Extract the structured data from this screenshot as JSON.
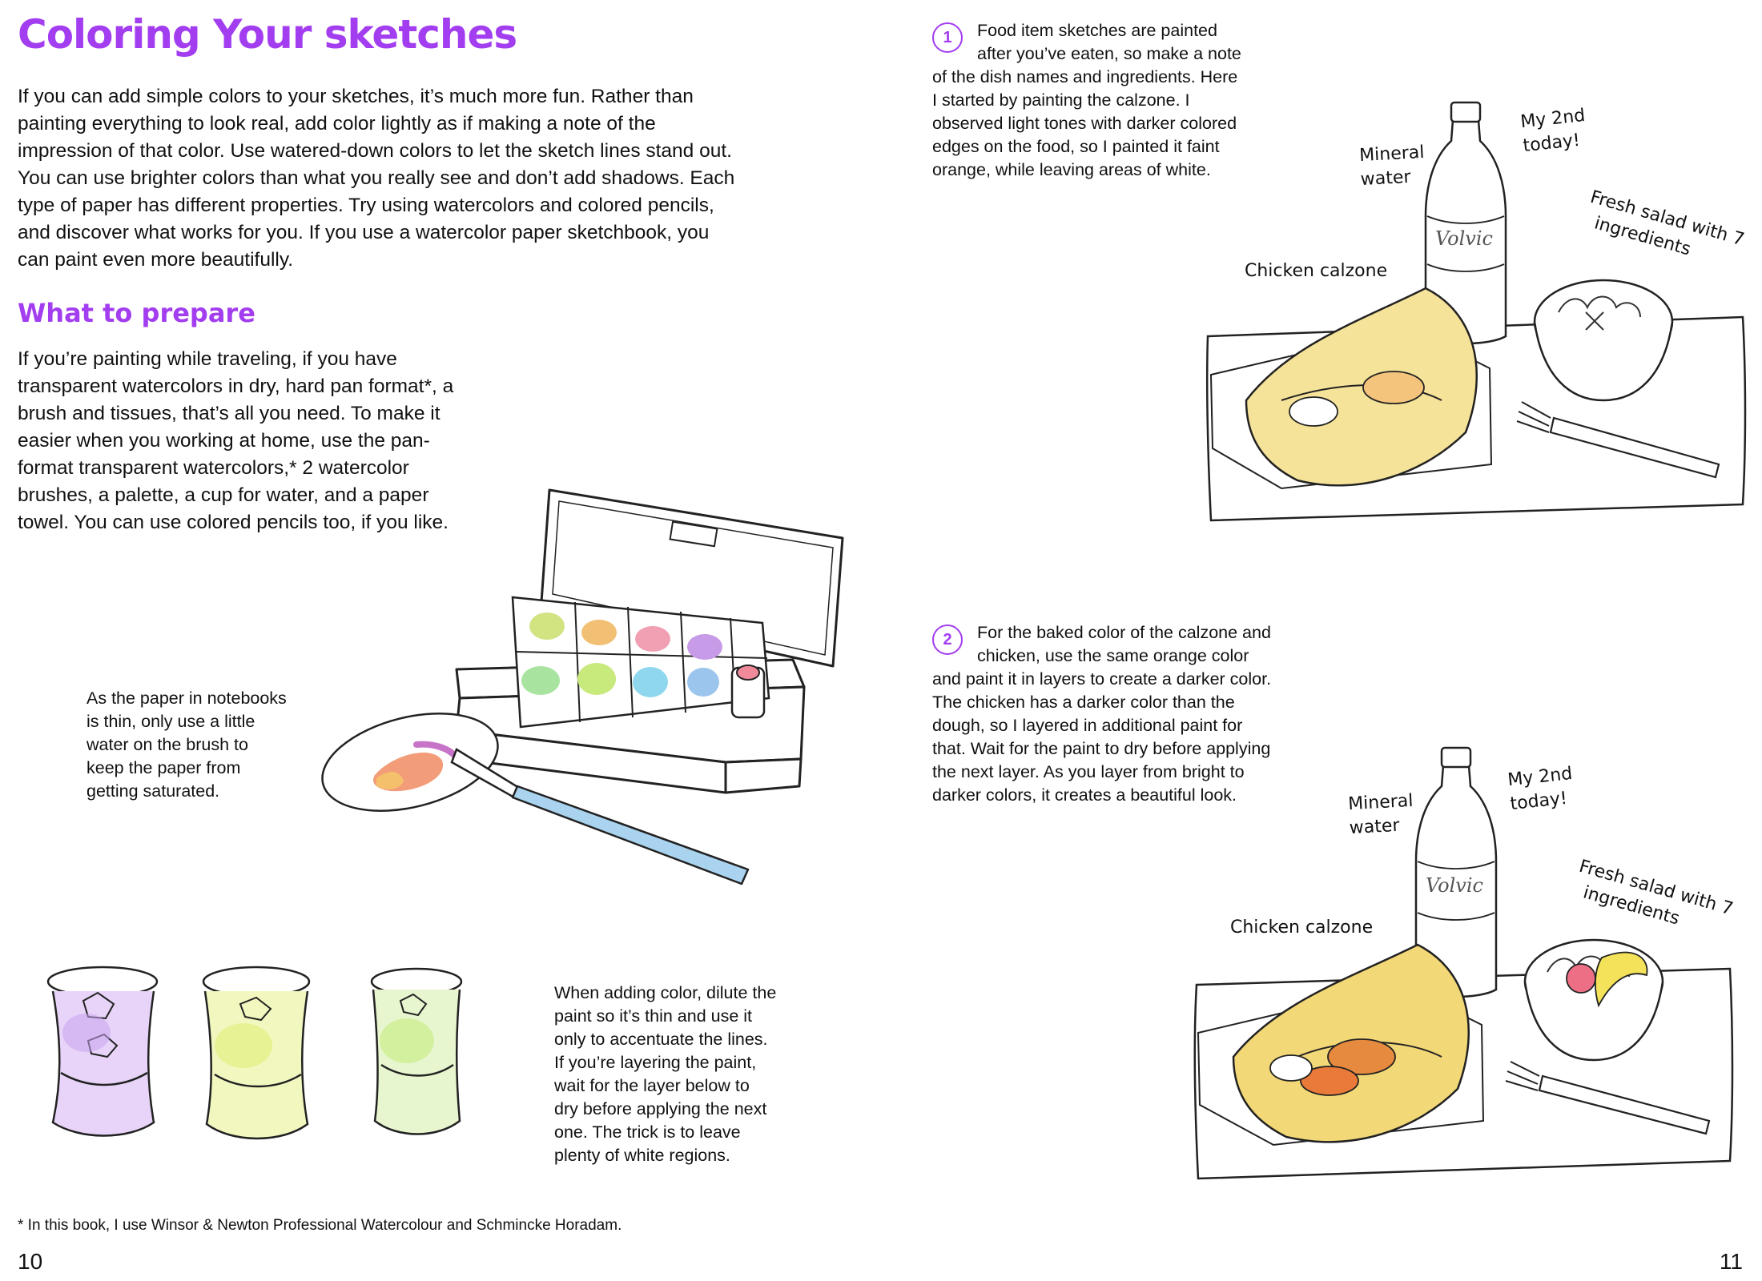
{
  "left_page": {
    "title": "Coloring Your sketches",
    "intro_lines": [
      "If you can add simple colors to your sketches, it’s much more fun. Rather than",
      "painting everything to look real, add color lightly as if making a note of the",
      "impression of that color. Use watered-down colors to let the sketch lines stand out.",
      "You can use brighter colors than what you really see and don’t add shadows. Each",
      "type of paper has different properties. Try using watercolors and colored pencils,",
      "and discover what works for you. If you use a watercolor paper sketchbook, you",
      "can paint even more beautifully."
    ],
    "subtitle": "What to prepare",
    "prepare_lines": [
      "If you’re painting while traveling, if you have",
      "transparent watercolors in dry, hard pan format*, a",
      "brush and tissues, that’s all you need. To make it",
      "easier when you working at home, use the pan-",
      "format transparent watercolors,* 2 watercolor",
      "brushes, a palette, a cup for water, and a paper",
      "towel. You can use colored pencils too, if you like."
    ],
    "paper_note_lines": [
      "As the paper in notebooks",
      "is thin, only use a little",
      "water on the brush to",
      "keep the paper from",
      "getting saturated."
    ],
    "dilute_note_lines": [
      "When adding color, dilute the",
      "paint so it’s thin and use it",
      "only to accentuate the lines.",
      "If you’re layering the paint,",
      "wait for the layer below to",
      "dry before applying the next",
      "one. The trick is to leave",
      "plenty of white regions."
    ],
    "footnote": "* In this book, I use Winsor & Newton Professional Watercolour and Schmincke Horadam.",
    "page_number": "10"
  },
  "right_page": {
    "step1": {
      "number": "1",
      "lines": [
        "Food item sketches are painted",
        "after you’ve eaten, so make a note",
        "of the dish names and ingredients. Here",
        "I started by painting the calzone. I",
        "observed light tones with darker colored",
        "edges on the food, so I painted it faint",
        "orange, while leaving areas of white."
      ]
    },
    "step2": {
      "number": "2",
      "lines": [
        "For the baked color of the calzone and",
        "chicken, use the same orange color",
        "and paint it in layers to create a darker color.",
        "The chicken has a darker color than the",
        "dough, so I layered in additional paint for",
        "that. Wait for the paint to dry before applying",
        "the next layer. As you layer from bright to",
        "darker colors, it creates a beautiful look."
      ]
    },
    "sketch_labels": {
      "mineral_water": [
        "Mineral",
        "water"
      ],
      "second_today": [
        "My 2nd",
        "today!"
      ],
      "salad": [
        "Fresh salad with 7",
        "ingredients"
      ],
      "calzone": "Chicken calzone",
      "bottle_brand": "Volvic"
    },
    "page_number": "11"
  },
  "colors": {
    "accent": "#a33df0",
    "calzone_light": "#f3dc7a",
    "calzone_dark": "#e58a3e",
    "wash_violet": "#c9a2ee",
    "wash_yellow": "#dfee7a",
    "wash_green": "#c8ec86",
    "brush_handle": "#a9d3ee"
  }
}
